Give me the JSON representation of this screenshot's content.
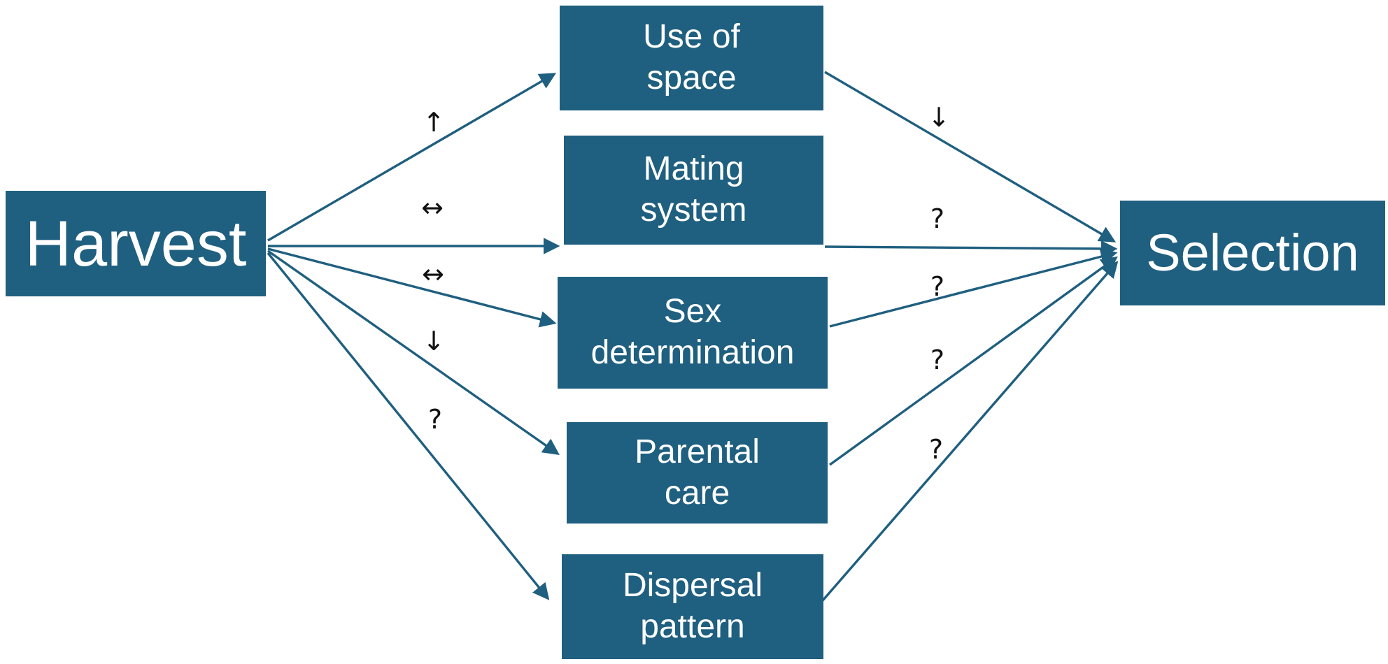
{
  "diagram": {
    "title_hint": "Harvest-induced selection pathways",
    "source": {
      "label": "Harvest"
    },
    "target": {
      "label": "Selection"
    },
    "factors": [
      {
        "label": "Use of\nspace",
        "harvest_effect": "↑",
        "selection_effect": "↓"
      },
      {
        "label": "Mating\nsystem",
        "harvest_effect": "↔",
        "selection_effect": "?"
      },
      {
        "label": "Sex\ndetermination",
        "harvest_effect": "↔",
        "selection_effect": "?"
      },
      {
        "label": "Parental\ncare",
        "harvest_effect": "↓",
        "selection_effect": "?"
      },
      {
        "label": "Dispersal\npattern",
        "harvest_effect": "?",
        "selection_effect": "?"
      }
    ],
    "colors": {
      "box_fill": "#1f5f7f",
      "box_text": "#ffffff",
      "arrow": "#1f5f7f",
      "symbol": "#111111",
      "background": "#ffffff"
    }
  }
}
